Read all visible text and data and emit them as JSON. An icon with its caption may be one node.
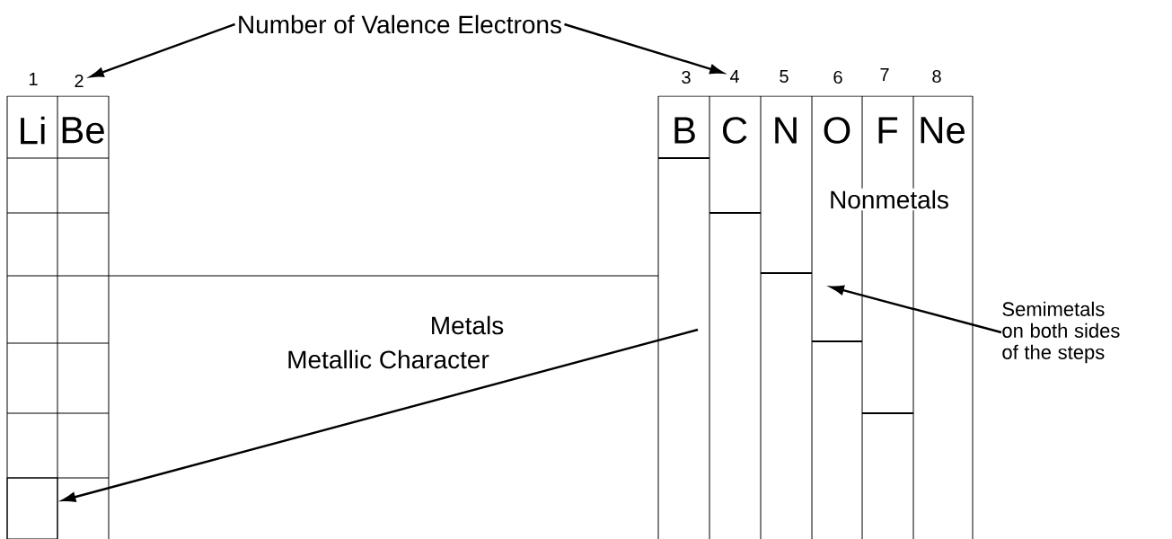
{
  "diagram": {
    "nodes": [
      {
        "text": [
          "Number of Valence Electrons"
        ]
      },
      {
        "text": [
          "2"
        ]
      },
      {
        "text": [
          "4"
        ]
      },
      {
        "text": [
          "Li"
        ]
      },
      {
        "text": [
          "Be"
        ]
      },
      {
        "text": [
          "B"
        ]
      },
      {
        "text": [
          "C"
        ]
      },
      {
        "text": [
          "N"
        ]
      },
      {
        "text": [
          "O"
        ]
      },
      {
        "text": [
          "F"
        ]
      },
      {
        "text": [
          "Ne"
        ]
      },
      {
        "text": [],
        "shape": "box"
      },
      {
        "text": [
          "Semimetals on both sides of the steps"
        ]
      }
    ],
    "edges": [
      {
        "from": 0,
        "to": 1,
        "arrow": "to"
      },
      {
        "from": 0,
        "to": 2,
        "arrow": "to"
      },
      {
        "from": null,
        "to": 11,
        "arrow": "to"
      },
      {
        "from": 12,
        "to": null,
        "arrow": "to"
      }
    ],
    "labels": [
      "1",
      "3",
      "5",
      "6",
      "7",
      "8",
      "Metals",
      "Metallic Character",
      "Nonmetals"
    ]
  }
}
